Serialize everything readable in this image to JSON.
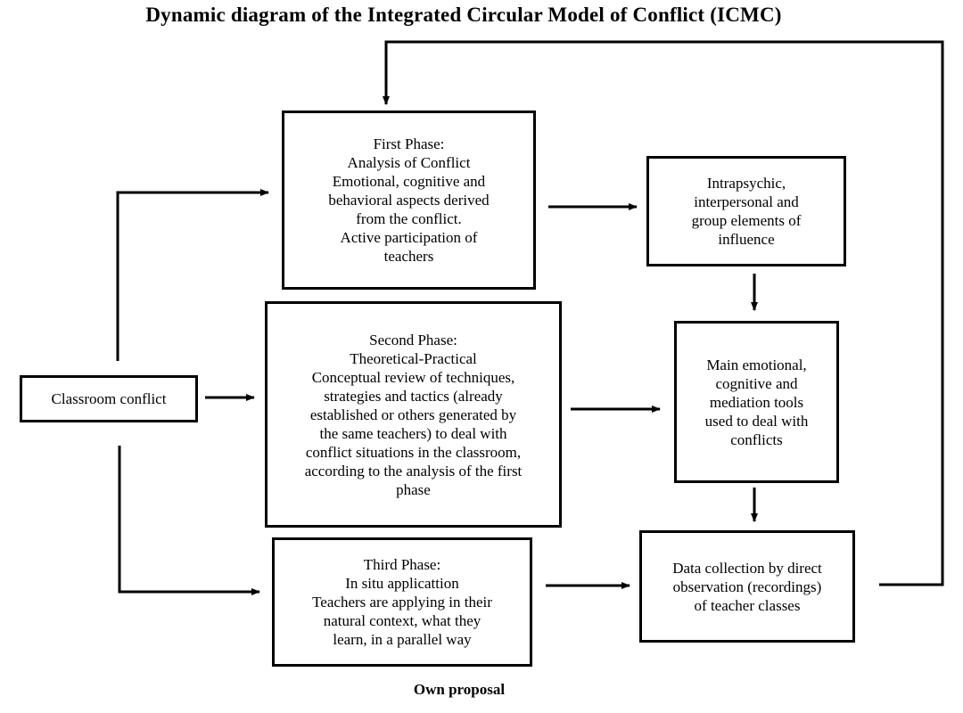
{
  "title": "Dynamic diagram of the Integrated Circular Model of Conflict (ICMC)",
  "caption": "Own proposal",
  "nodes": {
    "classroom": {
      "lines": [
        "Classroom conflict"
      ]
    },
    "first_phase": {
      "lines": [
        "First Phase:",
        "Analysis of Conflict",
        "Emotional, cognitive and",
        "behavioral aspects derived",
        "from the conflict.",
        "Active participation of",
        "teachers"
      ]
    },
    "second_phase": {
      "lines": [
        "Second Phase:",
        "Theoretical-Practical",
        "Conceptual review of techniques,",
        "strategies and tactics (already",
        "established or others generated by",
        "the same teachers) to deal with",
        "conflict situations in the classroom,",
        "according to the analysis of the first",
        "phase"
      ]
    },
    "third_phase": {
      "lines": [
        "Third Phase:",
        "In situ applicattion",
        "Teachers are applying in their",
        "natural context, what they",
        "learn, in a parallel way"
      ]
    },
    "intrapsychic": {
      "lines": [
        "Intrapsychic,",
        "interpersonal and",
        "group elements of",
        "influence"
      ]
    },
    "main_tools": {
      "lines": [
        "Main emotional,",
        "cognitive and",
        "mediation tools",
        "used to deal with",
        "conflicts"
      ]
    },
    "data_collection": {
      "lines": [
        "Data collection by direct",
        "observation (recordings)",
        "of teacher classes"
      ]
    }
  }
}
